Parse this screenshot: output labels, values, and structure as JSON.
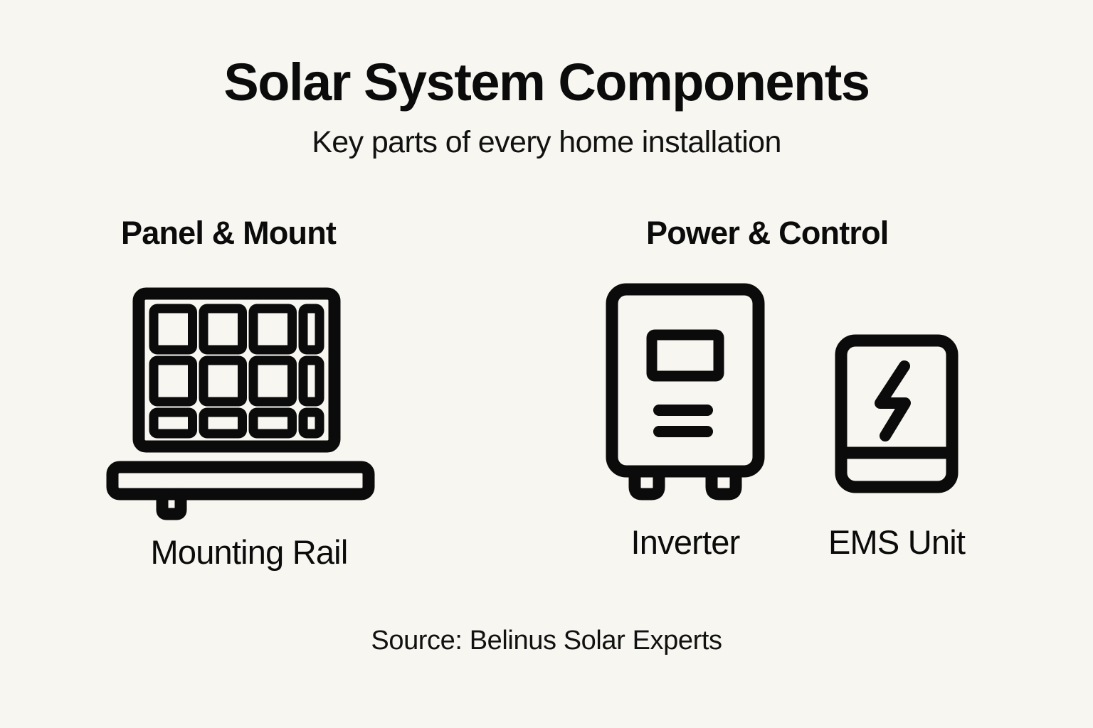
{
  "theme": {
    "background": "#F7F6F1",
    "ink": "#0B0B0B",
    "stroke_color": "#0B0B0B"
  },
  "header": {
    "title": "Solar System Components",
    "subtitle": "Key parts of every home installation"
  },
  "groups": [
    {
      "id": "panel-mount",
      "heading": "Panel & Mount",
      "items": [
        {
          "id": "mounting-rail",
          "label": "Mounting Rail",
          "icon": "solar-panel-with-rail-icon",
          "panel_grid": {
            "columns": 4,
            "rows": 3
          }
        }
      ]
    },
    {
      "id": "power-control",
      "heading": "Power & Control",
      "items": [
        {
          "id": "inverter",
          "label": "Inverter",
          "icon": "inverter-icon"
        },
        {
          "id": "ems-unit",
          "label": "EMS Unit",
          "icon": "ems-unit-lightning-icon"
        }
      ]
    }
  ],
  "footer": {
    "source": "Source: Belinus Solar Experts"
  }
}
